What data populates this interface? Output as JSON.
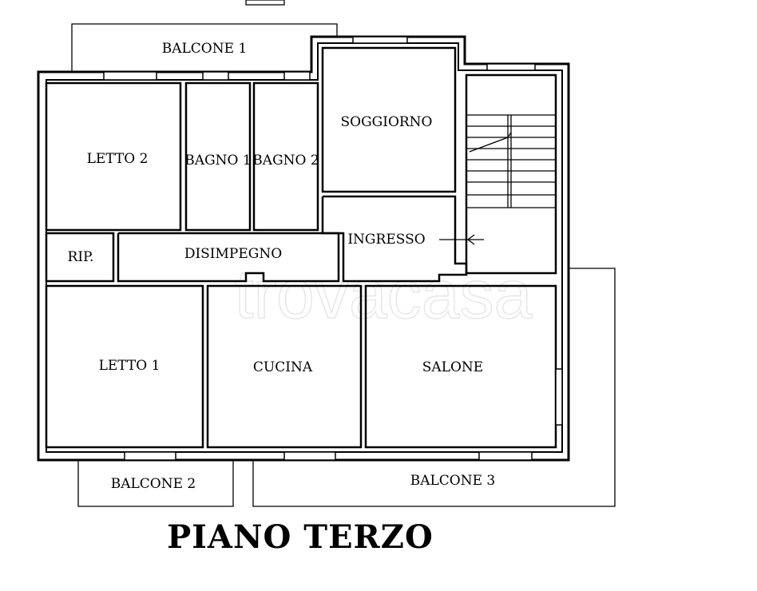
{
  "plan": {
    "title": "PIANO TERZO",
    "watermark": "trovacasa",
    "rooms": {
      "balcone1": "BALCONE 1",
      "letto2": "LETTO 2",
      "bagno1": "BAGNO 1",
      "bagno2": "BAGNO 2",
      "soggiorno": "SOGGIORNO",
      "ripostiglio": "RIP.",
      "disimpegno": "DISIMPEGNO",
      "ingresso": "INGRESSO",
      "letto1": "LETTO 1",
      "cucina": "CUCINA",
      "salone": "SALONE",
      "balcone2": "BALCONE 2",
      "balcone3": "BALCONE 3"
    },
    "colors": {
      "ink": "#000000",
      "watermark": "#e6e6e6"
    }
  }
}
